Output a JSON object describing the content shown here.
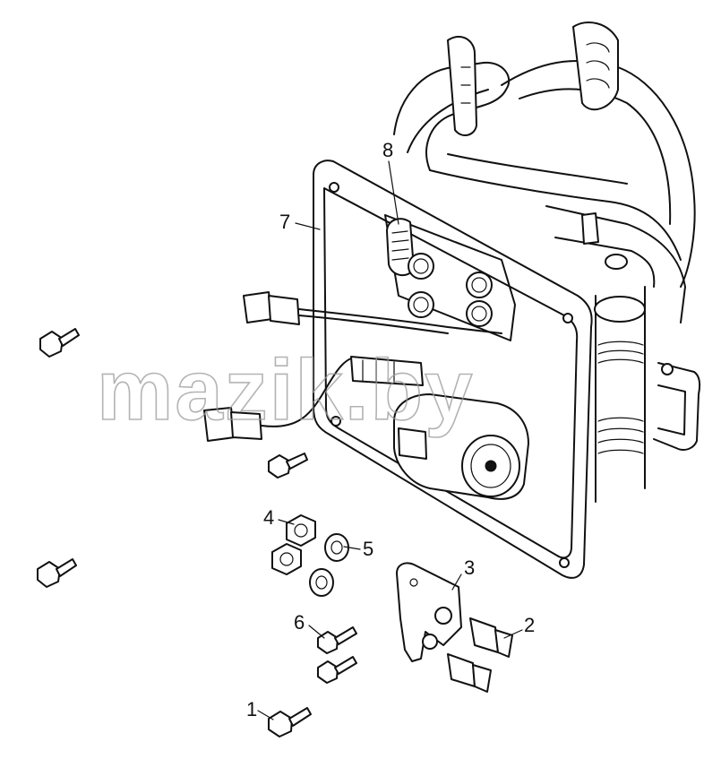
{
  "diagram": {
    "callouts": {
      "c1": "1",
      "c2": "2",
      "c3": "3",
      "c4": "4",
      "c5": "5",
      "c6": "6",
      "c7": "7",
      "c8": "8"
    },
    "watermark": "mazik.by"
  }
}
